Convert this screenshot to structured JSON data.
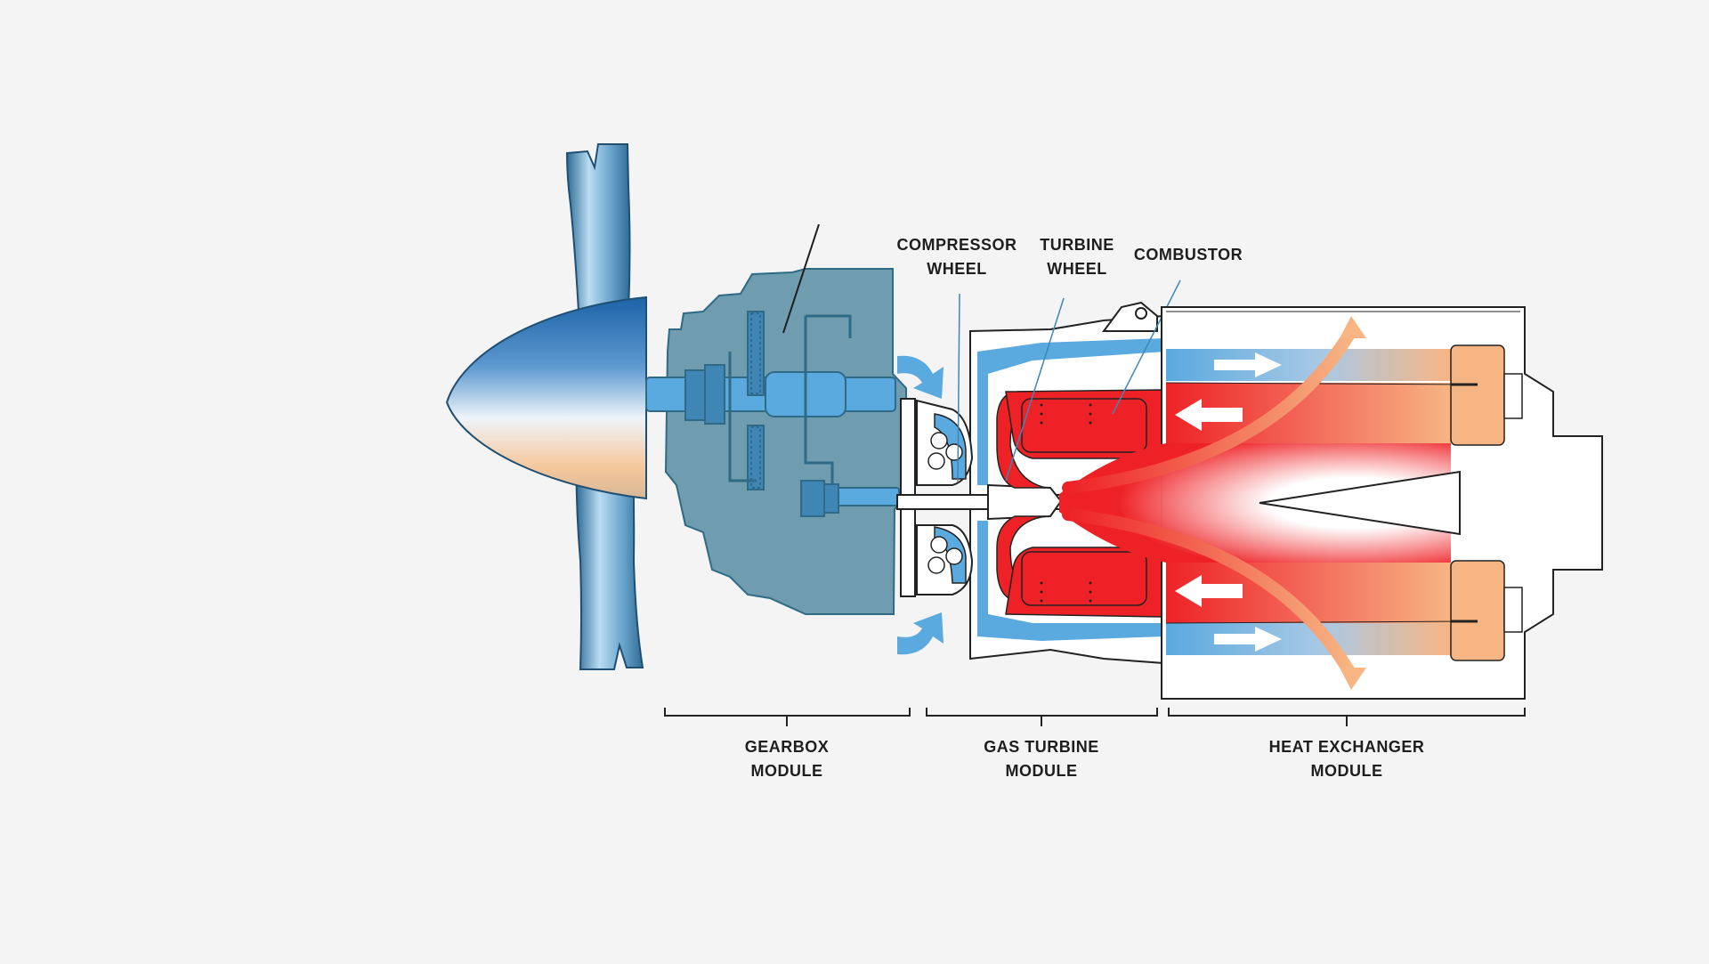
{
  "diagram": {
    "colors": {
      "background": "#f4f4f4",
      "gearbox": "#6f9cae",
      "gearbox_detail": "#2f6a86",
      "air_blue": "#5aa9df",
      "hot_red": "#ee2226",
      "warm_orange": "#f7b583",
      "outline": "#222222"
    },
    "labels": {
      "compressor": [
        "COMPRESSOR",
        "WHEEL"
      ],
      "turbine": [
        "TURBINE",
        "WHEEL"
      ],
      "combustor": [
        "COMBUSTOR"
      ]
    },
    "modules": {
      "gearbox": [
        "GEARBOX",
        "MODULE"
      ],
      "gas_turbine": [
        "GAS TURBINE",
        "MODULE"
      ],
      "heat_exchanger": [
        "HEAT EXCHANGER",
        "MODULE"
      ]
    },
    "icons": [
      "propeller-icon",
      "gearbox-icon",
      "flow-arrow-icon"
    ]
  }
}
